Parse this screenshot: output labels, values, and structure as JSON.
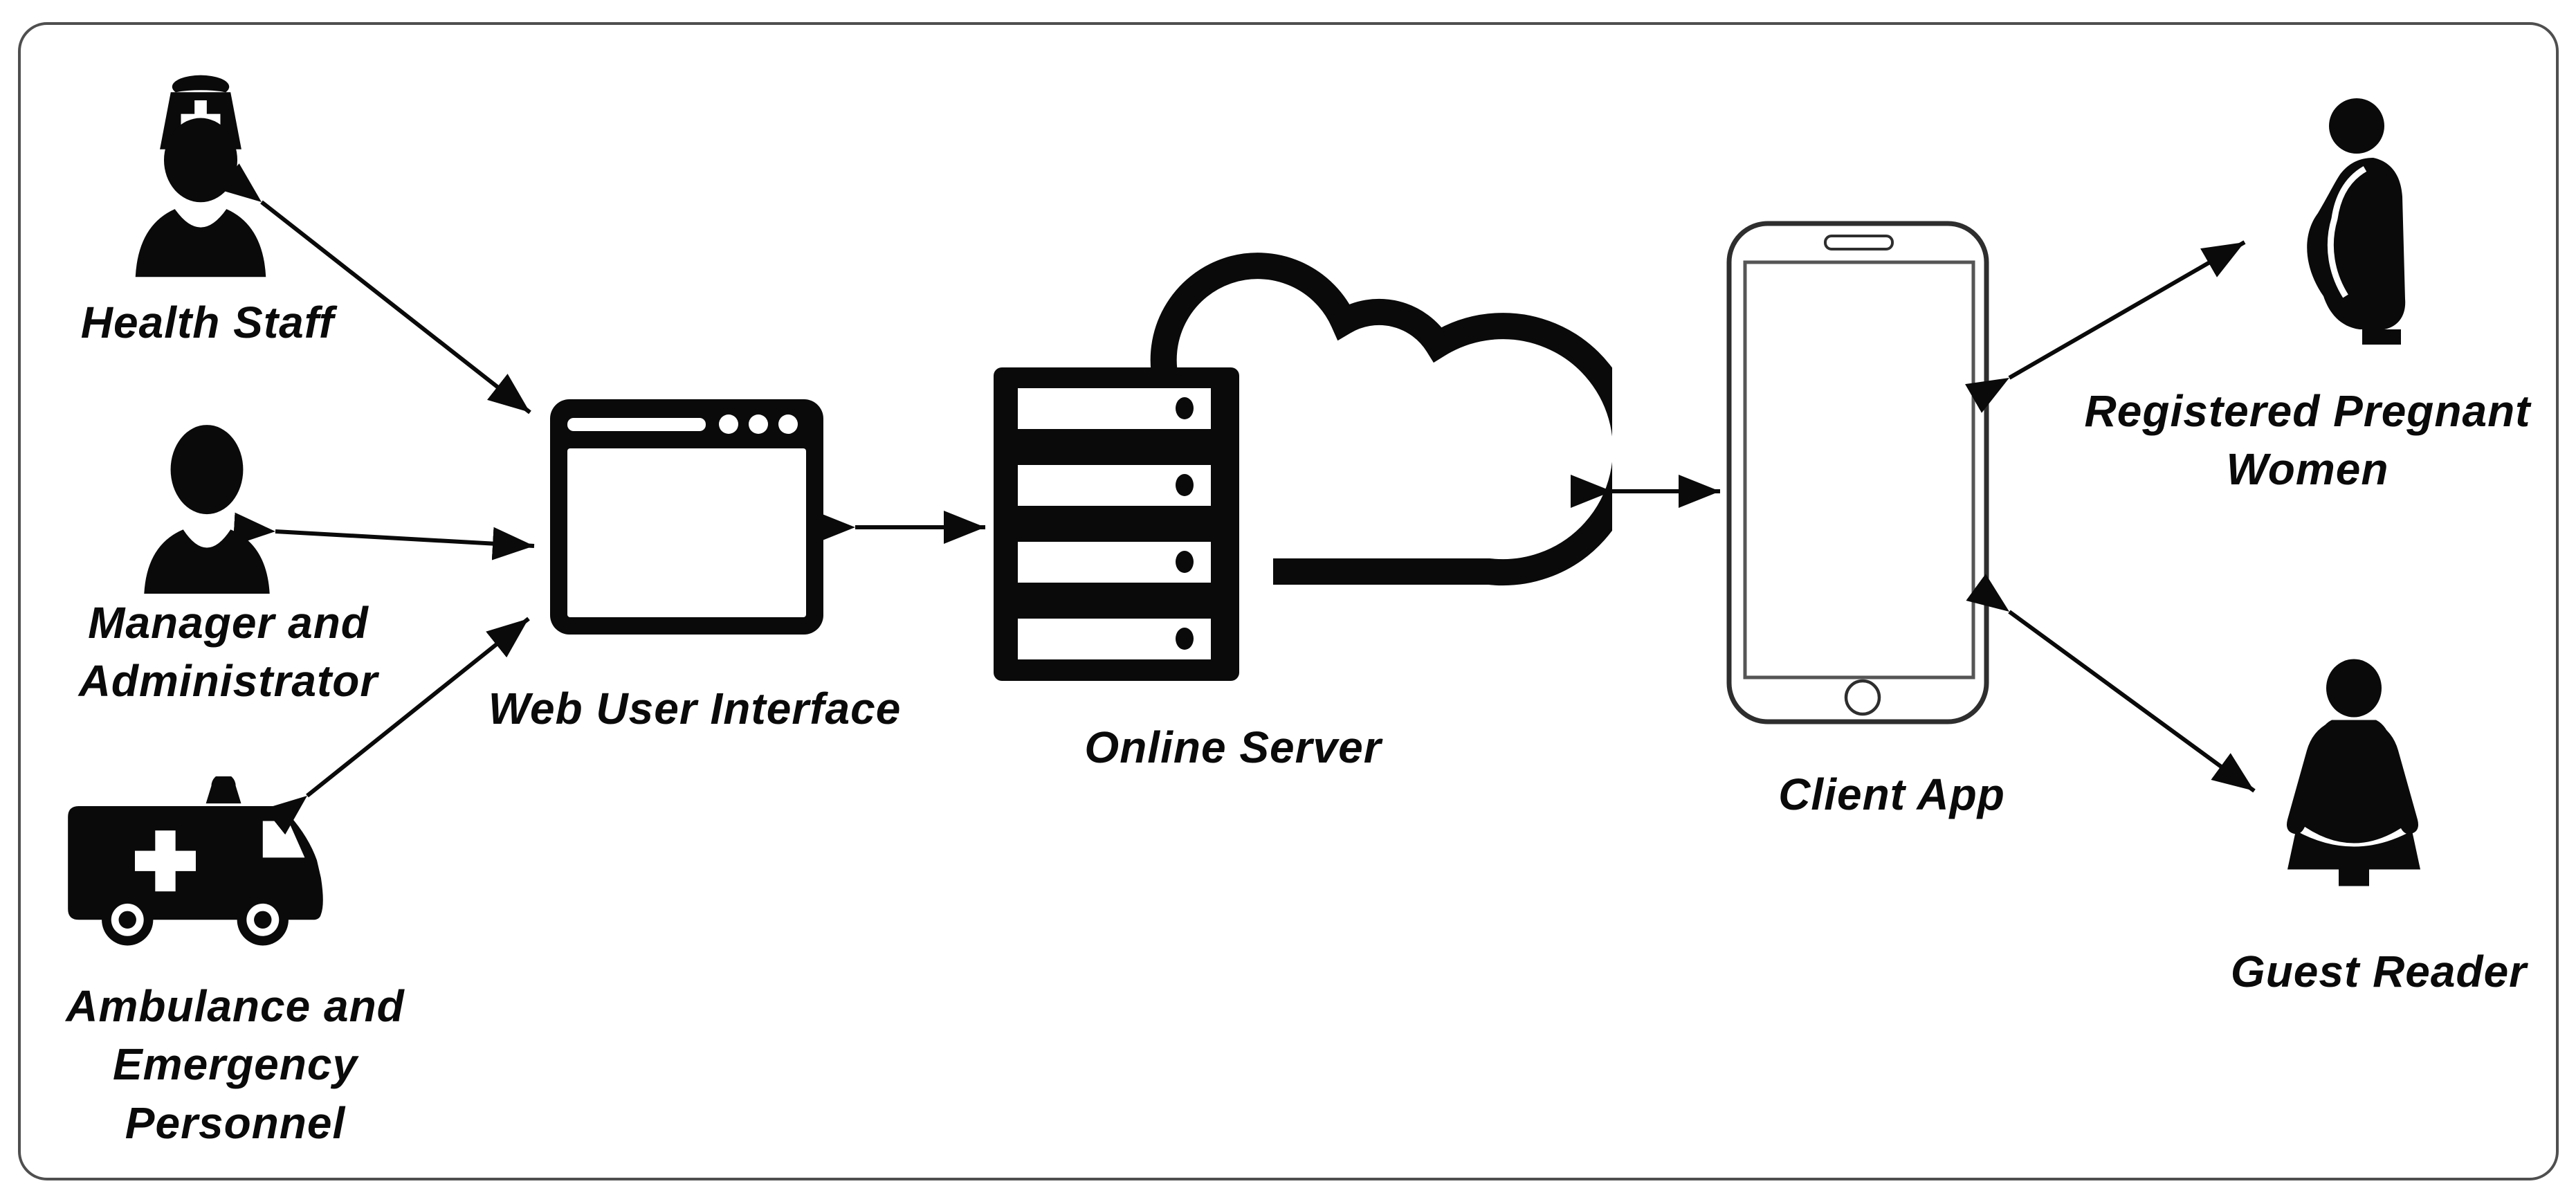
{
  "diagram_title": "Client–server system architecture diagram",
  "canvas": {
    "background_color": "#ffffff",
    "border_color": "#4f4f4f",
    "ink_color": "#0a0a0a"
  },
  "nodes": {
    "health_staff": {
      "label": "Health Staff",
      "icon": "nurse-icon"
    },
    "manager_admin": {
      "label": "Manager and\nAdministrator",
      "icon": "person-icon"
    },
    "ambulance_personnel": {
      "label": "Ambulance and\nEmergency\nPersonnel",
      "icon": "ambulance-icon"
    },
    "web_ui": {
      "label": "Web User Interface",
      "icon": "browser-window-icon"
    },
    "online_server": {
      "label": "Online Server",
      "icon": "server-rack-cloud-icon"
    },
    "client_app": {
      "label": "Client App",
      "icon": "smartphone-icon"
    },
    "registered_pregnant_women": {
      "label": "Registered Pregnant\nWomen",
      "icon": "pregnant-woman-icon"
    },
    "guest_reader": {
      "label": "Guest Reader",
      "icon": "woman-icon"
    }
  },
  "connections": [
    {
      "from": "health_staff",
      "to": "web_ui",
      "type": "bidirectional-arrow"
    },
    {
      "from": "manager_admin",
      "to": "web_ui",
      "type": "bidirectional-arrow"
    },
    {
      "from": "ambulance_personnel",
      "to": "web_ui",
      "type": "bidirectional-arrow"
    },
    {
      "from": "web_ui",
      "to": "online_server",
      "type": "bidirectional-arrow"
    },
    {
      "from": "online_server",
      "to": "client_app",
      "type": "bidirectional-arrow"
    },
    {
      "from": "client_app",
      "to": "registered_pregnant_women",
      "type": "bidirectional-arrow"
    },
    {
      "from": "client_app",
      "to": "guest_reader",
      "type": "bidirectional-arrow"
    }
  ]
}
